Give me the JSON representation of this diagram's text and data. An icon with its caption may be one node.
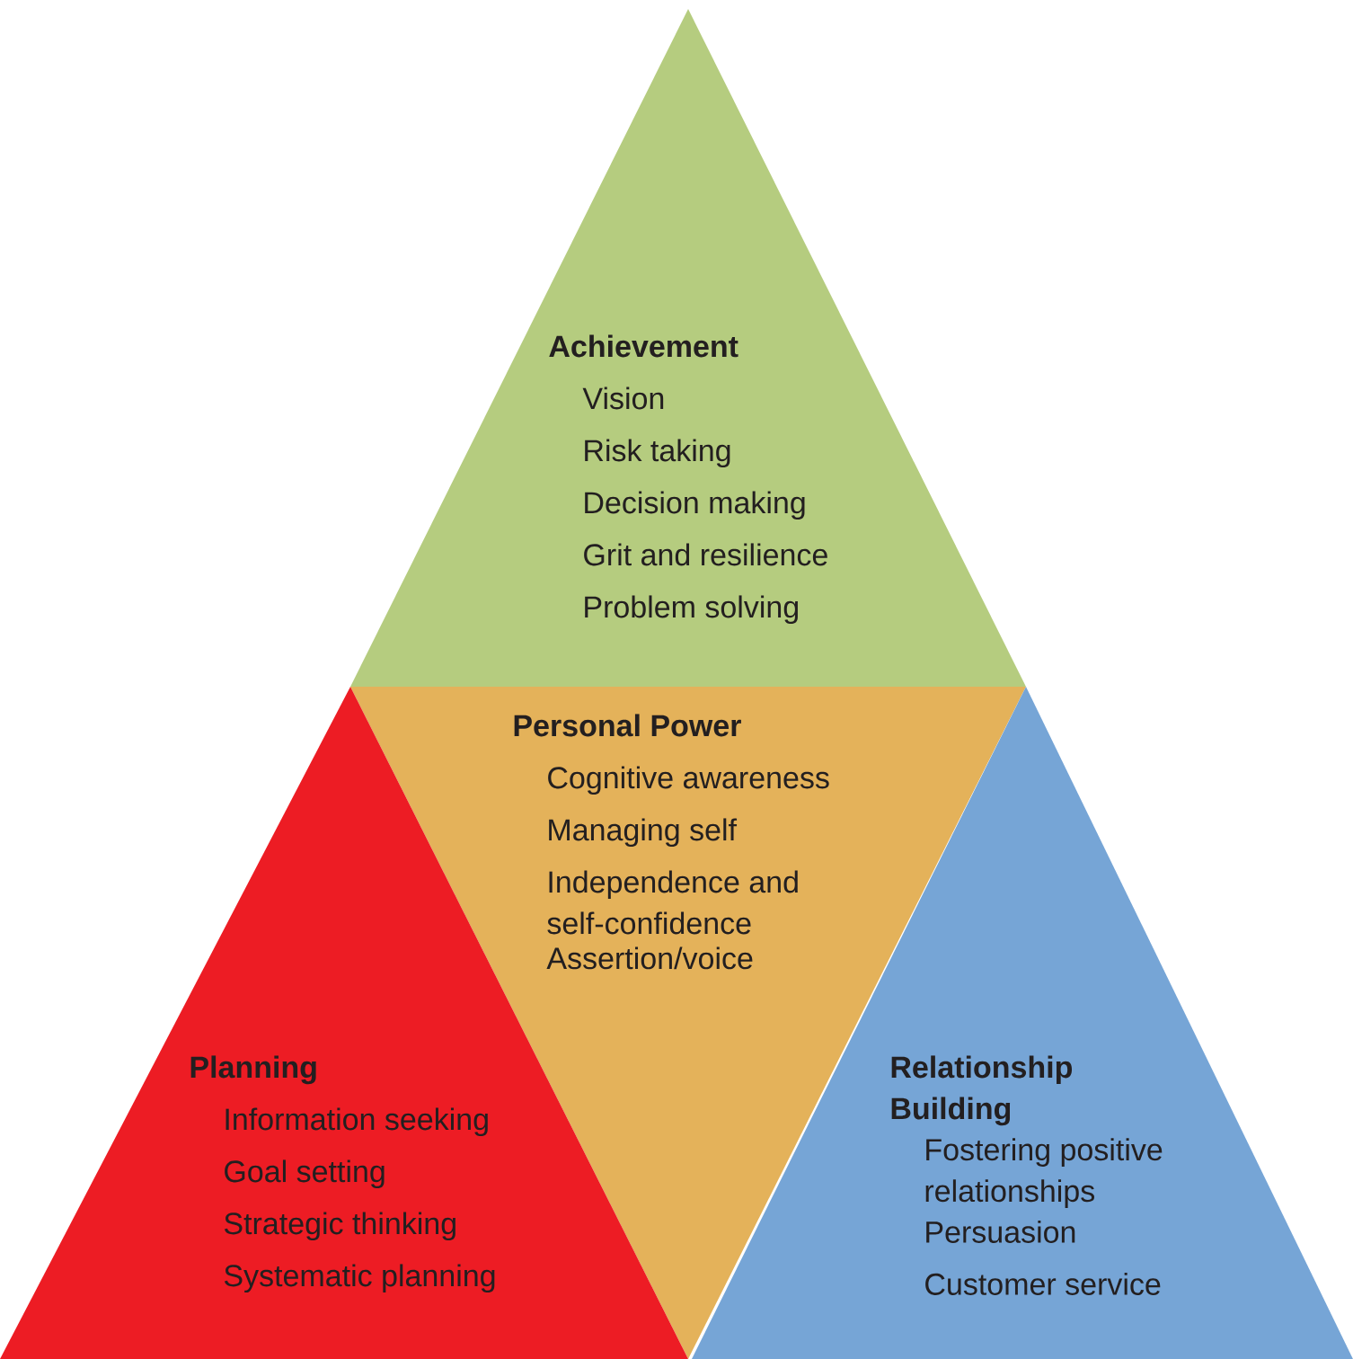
{
  "diagram": {
    "nodes": [
      {
        "text": [
          "Achievement",
          "Vision",
          "Risk taking",
          "Decision making",
          "Grit and resilience",
          "Problem solving"
        ]
      },
      {
        "text": [
          "Personal Power",
          "Cognitive awareness",
          "Managing self",
          "Independence and self-confidence",
          "Assertion/voice"
        ]
      },
      {
        "text": [
          "Planning",
          "Information seeking",
          "Goal setting",
          "Strategic thinking",
          "Systematic planning"
        ]
      },
      {
        "text": [
          "Relationship Building",
          "Fostering positive relationships",
          "Persuasion",
          "Customer service"
        ]
      }
    ]
  }
}
